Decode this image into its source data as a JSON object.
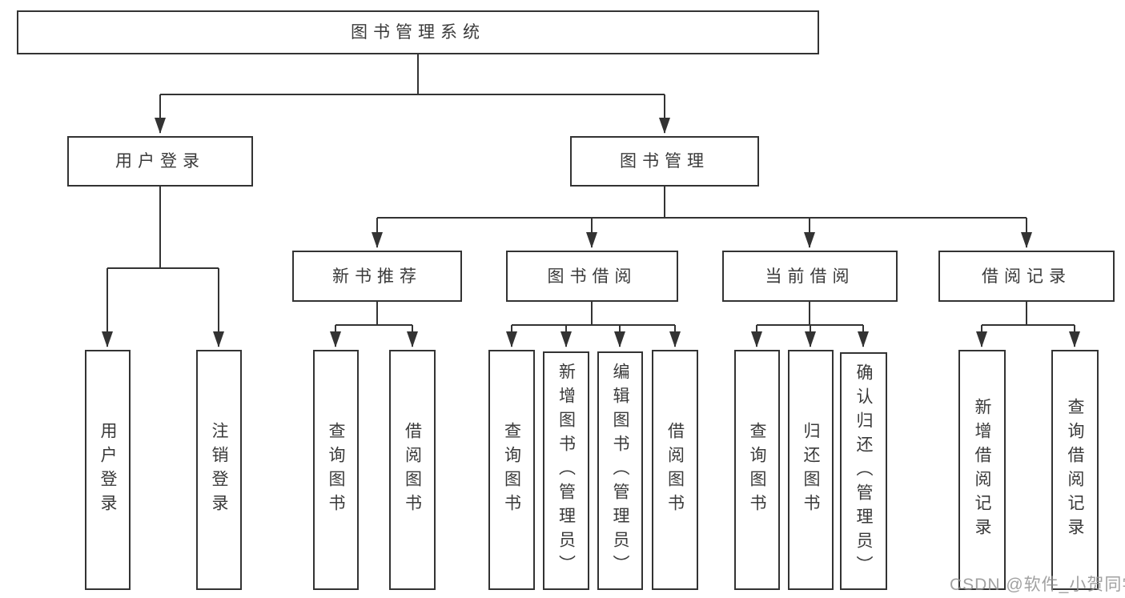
{
  "diagram": {
    "root": {
      "label": "图书管理系统"
    },
    "branches": [
      {
        "label": "用户登录",
        "children": [
          {
            "label": "用户登录"
          },
          {
            "label": "注销登录"
          }
        ]
      },
      {
        "label": "图书管理",
        "sections": [
          {
            "label": "新书推荐",
            "children": [
              {
                "label": "查询图书"
              },
              {
                "label": "借阅图书"
              }
            ]
          },
          {
            "label": "图书借阅",
            "children": [
              {
                "label": "查询图书"
              },
              {
                "label": "新增图书（管理员）"
              },
              {
                "label": "编辑图书（管理员）"
              },
              {
                "label": "借阅图书"
              }
            ]
          },
          {
            "label": "当前借阅",
            "children": [
              {
                "label": "查询图书"
              },
              {
                "label": "归还图书"
              },
              {
                "label": "确认归还（管理员）"
              }
            ]
          },
          {
            "label": "借阅记录",
            "children": [
              {
                "label": "新增借阅记录"
              },
              {
                "label": "查询借阅记录"
              }
            ]
          }
        ]
      }
    ]
  },
  "watermark": {
    "text": "CSDN @软件_小贺同学"
  },
  "colors": {
    "line": "#333333",
    "text": "#3a3a3a",
    "box_bg": "#ffffff",
    "watermark": "#919191"
  }
}
